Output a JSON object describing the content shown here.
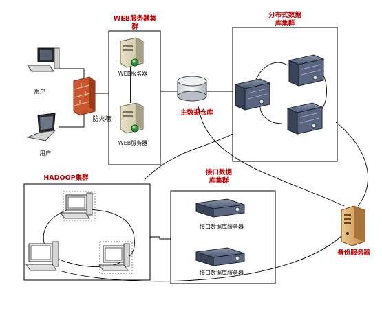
{
  "colors": {
    "title": "#c00000",
    "text": "#1a1a1a",
    "line": "#000000"
  },
  "groups": {
    "web_title_l1": "WEB服务器集",
    "web_title_l2": "群",
    "dist_title_l1": "分布式数据",
    "dist_title_l2": "库集群",
    "hadoop_title": "HADOOP集群",
    "iface_title_l1": "接口数据",
    "iface_title_l2": "库集群"
  },
  "nodes": {
    "user": "用户",
    "firewall": "防火墙",
    "web_server": "WEB服务器",
    "main_repo": "主数据仓库",
    "iface_server": "接口数据库服务器",
    "backup_server": "备份服务器"
  },
  "icons": [
    "desktop-computer-icon",
    "laptop-icon",
    "firewall-icon",
    "tower-server-icon",
    "database-cylinder-icon",
    "rack-server-icon",
    "backup-server-icon"
  ]
}
